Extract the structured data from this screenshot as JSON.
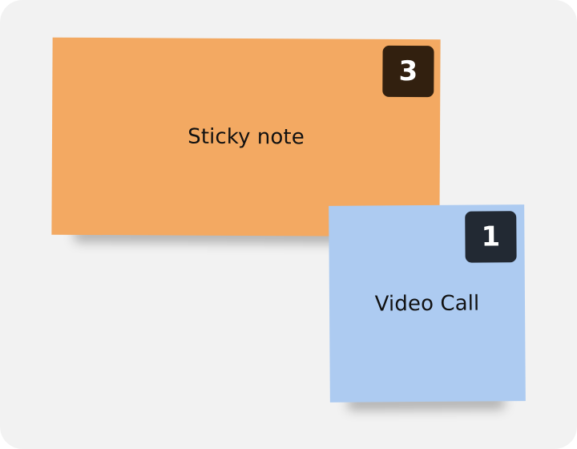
{
  "board": {
    "notes": [
      {
        "id": "sticky",
        "text": "Sticky note",
        "order": "3",
        "color": "#f3a962",
        "badge_color": "#32200f"
      },
      {
        "id": "video",
        "text": "Video Call",
        "order": "1",
        "color": "#adcbf1",
        "badge_color": "#222933"
      }
    ]
  }
}
